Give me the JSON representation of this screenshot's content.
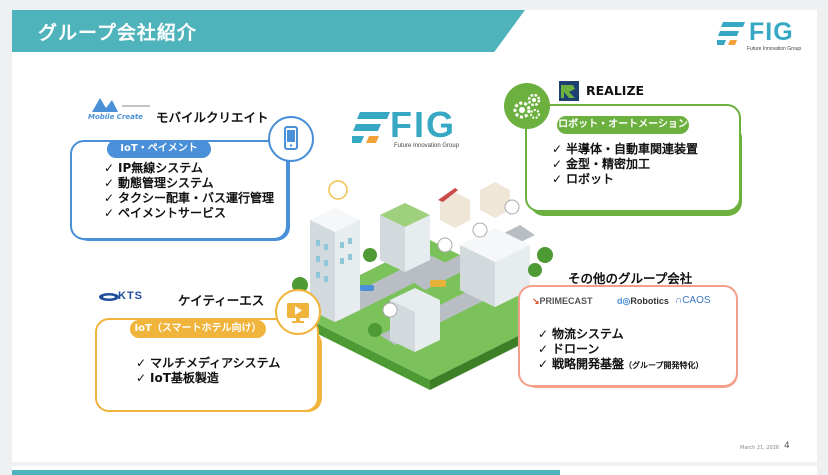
{
  "header": {
    "title": "グループ会社紹介"
  },
  "logo": {
    "name": "FIG",
    "subtitle": "Future Innovation Group"
  },
  "companies": {
    "mobile_create": {
      "logo_text": "Mobile Create",
      "name": "モバイルクリエイト",
      "category": "IoT・ペイメント",
      "items": [
        "IP無線システム",
        "動態管理システム",
        "タクシー配車・バス運行管理",
        "ペイメントサービス"
      ],
      "color": "#4a90d9"
    },
    "realize": {
      "name": "REALIZE",
      "category": "ロボット・オートメーション",
      "items": [
        "半導体・自動車関連装置",
        "金型・精密加工",
        "ロボット"
      ],
      "color": "#6cb13f"
    },
    "kts": {
      "logo_text": "KTS",
      "name": "ケイティーエス",
      "category": "IoT（スマートホテル向け）",
      "items": [
        "マルチメディアシステム",
        "IoT基板製造"
      ],
      "color": "#f0b43c"
    },
    "others": {
      "name": "その他のグループ会社",
      "logos": [
        "PRIMECAST",
        "Robotics",
        "CAOS"
      ],
      "items": [
        "物流システム",
        "ドローン",
        "戦略開発基盤"
      ],
      "note": "（グループ開発特化）",
      "color": "#f2a08a"
    }
  },
  "check_mark": "✓",
  "footer": {
    "date": "March 21, 2026",
    "page": "4"
  }
}
